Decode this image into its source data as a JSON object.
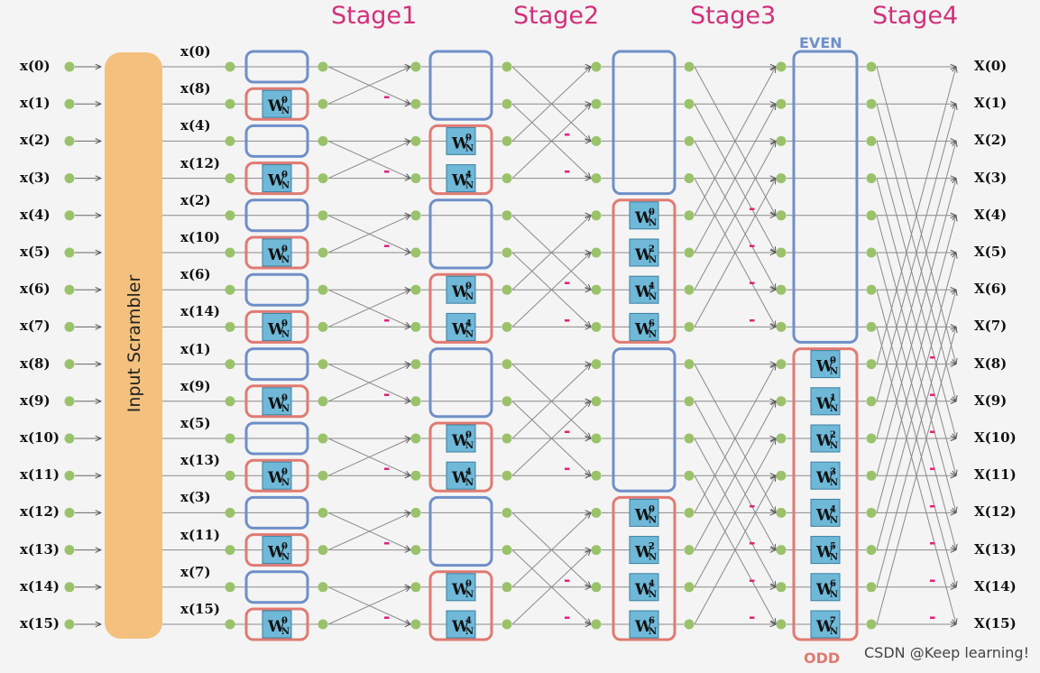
{
  "stages": [
    "Stage1",
    "Stage2",
    "Stage3",
    "Stage4"
  ],
  "scrambler_label": "Input Scrambler",
  "inputs": [
    "x(0)",
    "x(1)",
    "x(2)",
    "x(3)",
    "x(4)",
    "x(5)",
    "x(6)",
    "x(7)",
    "x(8)",
    "x(9)",
    "x(10)",
    "x(11)",
    "x(12)",
    "x(13)",
    "x(14)",
    "x(15)"
  ],
  "bitrev_inputs": [
    "x(0)",
    "x(8)",
    "x(4)",
    "x(12)",
    "x(2)",
    "x(10)",
    "x(6)",
    "x(14)",
    "x(1)",
    "x(9)",
    "x(5)",
    "x(13)",
    "x(3)",
    "x(11)",
    "x(7)",
    "x(15)"
  ],
  "outputs": [
    "X(0)",
    "X(1)",
    "X(2)",
    "X(3)",
    "X(4)",
    "X(5)",
    "X(6)",
    "X(7)",
    "X(8)",
    "X(9)",
    "X(10)",
    "X(11)",
    "X(12)",
    "X(13)",
    "X(14)",
    "X(15)"
  ],
  "twiddle_base": "W",
  "twiddle_sub": "N",
  "stage_twiddles": {
    "stage1": [
      "0"
    ],
    "stage2": [
      "0",
      "4"
    ],
    "stage3": [
      "0",
      "2",
      "4",
      "6"
    ],
    "stage4": [
      "0",
      "1",
      "2",
      "3",
      "4",
      "5",
      "6",
      "7"
    ]
  },
  "even_label": "EVEN",
  "odd_label": "ODD",
  "minus_sign": "-",
  "watermark": "CSDN @Keep learning!",
  "colors": {
    "stage_title": "#d1307a",
    "even_box": "#6f8fc8",
    "odd_box": "#e07a72",
    "node": "#9ac26a",
    "twiddle_fill": "#6fb8d8",
    "scrambler_fill": "#f3c07e",
    "minus": "#e0247a",
    "line": "#8a8a8a"
  }
}
